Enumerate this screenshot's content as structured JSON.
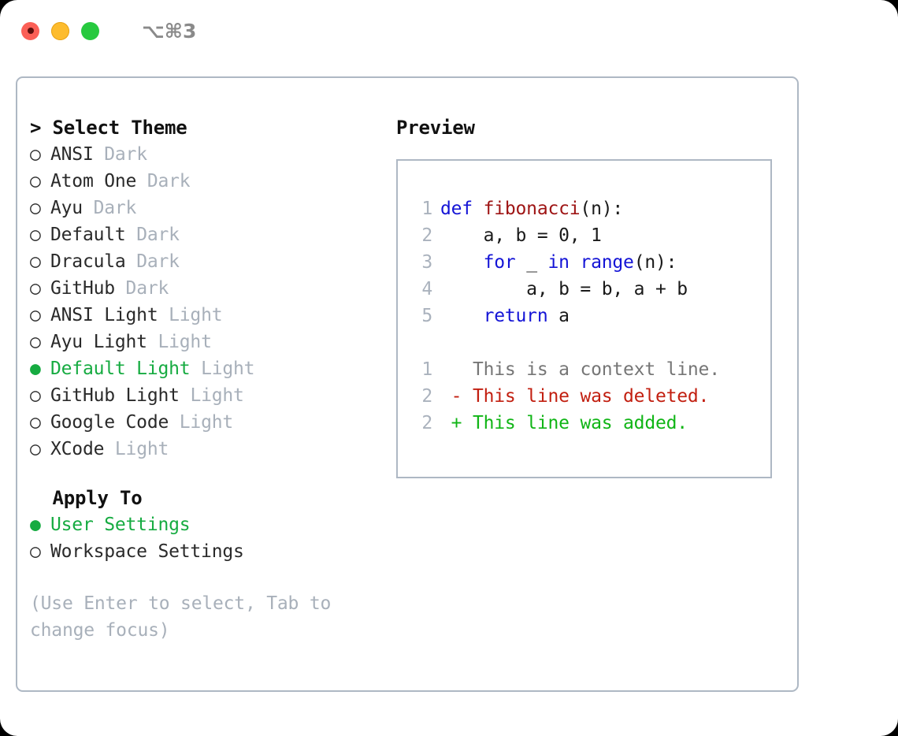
{
  "titlebar": {
    "shortcut": "⌥⌘3",
    "buttons": [
      {
        "name": "close",
        "color": "#fb5f56"
      },
      {
        "name": "minimize",
        "color": "#fdbc2e"
      },
      {
        "name": "maximize",
        "color": "#27c93f"
      }
    ]
  },
  "colors": {
    "selected_green": "#16ab41",
    "muted_gray": "#a8b0ba",
    "border": "#aeb8c4",
    "keyword_blue": "#1414d6",
    "function_red": "#9e1414",
    "diff_delete": "#c21f10",
    "diff_add": "#10b516"
  },
  "theme_section": {
    "header": "> Select Theme",
    "focused": true,
    "items": [
      {
        "marker": "○",
        "label": "ANSI",
        "variant": "Dark",
        "selected": false
      },
      {
        "marker": "○",
        "label": "Atom One",
        "variant": "Dark",
        "selected": false
      },
      {
        "marker": "○",
        "label": "Ayu",
        "variant": "Dark",
        "selected": false
      },
      {
        "marker": "○",
        "label": "Default",
        "variant": "Dark",
        "selected": false
      },
      {
        "marker": "○",
        "label": "Dracula",
        "variant": "Dark",
        "selected": false
      },
      {
        "marker": "○",
        "label": "GitHub",
        "variant": "Dark",
        "selected": false
      },
      {
        "marker": "○",
        "label": "ANSI Light",
        "variant": "Light",
        "selected": false
      },
      {
        "marker": "○",
        "label": "Ayu Light",
        "variant": "Light",
        "selected": false
      },
      {
        "marker": "●",
        "label": "Default Light",
        "variant": "Light",
        "selected": true
      },
      {
        "marker": "○",
        "label": "GitHub Light",
        "variant": "Light",
        "selected": false
      },
      {
        "marker": "○",
        "label": "Google Code",
        "variant": "Light",
        "selected": false
      },
      {
        "marker": "○",
        "label": "XCode",
        "variant": "Light",
        "selected": false
      }
    ]
  },
  "apply_section": {
    "header": "  Apply To",
    "focused": false,
    "items": [
      {
        "marker": "●",
        "label": "User Settings",
        "selected": true
      },
      {
        "marker": "○",
        "label": "Workspace Settings",
        "selected": false
      }
    ]
  },
  "hint": "(Use Enter to select, Tab to change focus)",
  "preview": {
    "title": "Preview",
    "code_lines": [
      {
        "no": "1",
        "tokens": [
          {
            "t": "def ",
            "c": "kw"
          },
          {
            "t": "fibonacci",
            "c": "fn"
          },
          {
            "t": "(n):",
            "c": "plain"
          }
        ]
      },
      {
        "no": "2",
        "tokens": [
          {
            "t": "    a, b = 0, 1",
            "c": "plain"
          }
        ]
      },
      {
        "no": "3",
        "tokens": [
          {
            "t": "    ",
            "c": "plain"
          },
          {
            "t": "for",
            "c": "kw"
          },
          {
            "t": " _ ",
            "c": "plain"
          },
          {
            "t": "in",
            "c": "kw"
          },
          {
            "t": " ",
            "c": "plain"
          },
          {
            "t": "range",
            "c": "kw"
          },
          {
            "t": "(n):",
            "c": "plain"
          }
        ]
      },
      {
        "no": "4",
        "tokens": [
          {
            "t": "        a, b = b, a + b",
            "c": "plain"
          }
        ]
      },
      {
        "no": "5",
        "tokens": [
          {
            "t": "    ",
            "c": "plain"
          },
          {
            "t": "return",
            "c": "kw"
          },
          {
            "t": " a",
            "c": "plain"
          }
        ]
      }
    ],
    "diff_lines": [
      {
        "no": "1",
        "marker": " ",
        "text": "This is a context line.",
        "kind": "context"
      },
      {
        "no": "2",
        "marker": "-",
        "text": "This line was deleted.",
        "kind": "del"
      },
      {
        "no": "2",
        "marker": "+",
        "text": "This line was added.",
        "kind": "add"
      }
    ]
  }
}
